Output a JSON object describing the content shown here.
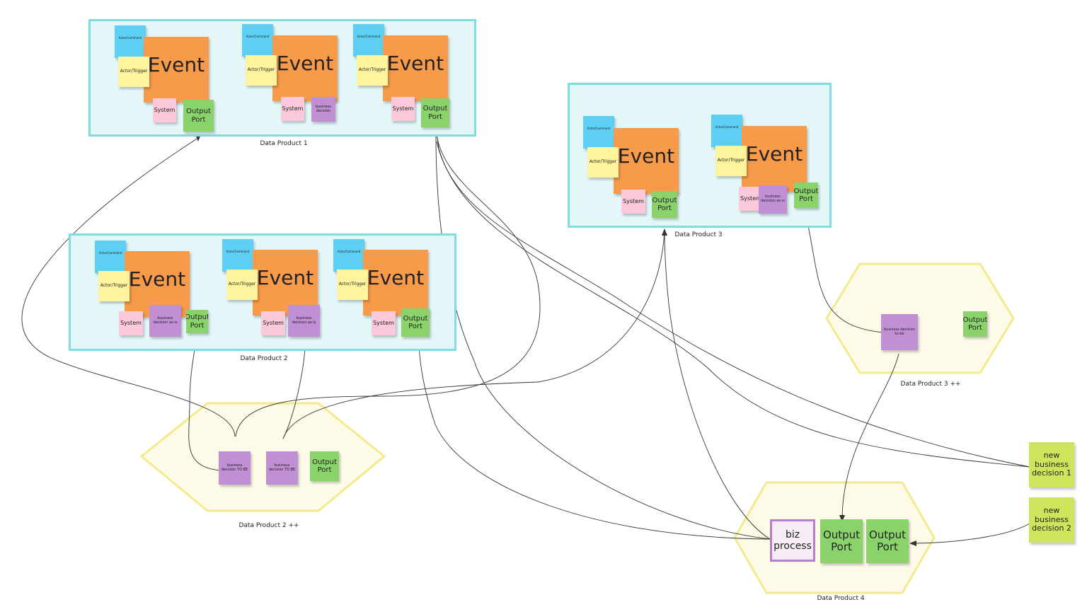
{
  "labels": {
    "actor_command": "Actor/Command",
    "event": "Event",
    "actor_trigger": "Actor/Trigger",
    "system": "System",
    "output_port": "Output Port",
    "business_decision": "business decision",
    "business_decision_as_is": "business decision as-is",
    "business_decision_to_be_caps": "business decision TO BE",
    "business_decision_to_be": "business decision to-be",
    "biz_process": "biz process",
    "new_business_decision_1": "new business decision 1",
    "new_business_decision_2": "new business decision 2"
  },
  "captions": {
    "dp1": "Data Product 1",
    "dp2": "Data Product 2",
    "dp3": "Data Product 3",
    "dp2pp": "Data Product 2 ++",
    "dp3pp": "Data Product 3 ++",
    "dp4": "Data Product 4"
  },
  "colors": {
    "data_product_fill": "#e3f7f9",
    "data_product_border": "#7fdde0",
    "hexagon_fill": "#fdfbe7",
    "hexagon_border": "#f3ea8e",
    "actor_command": "#5ccff2",
    "event": "#f79b4a",
    "actor_trigger": "#fdf49d",
    "system": "#fcc8db",
    "output_port": "#8ad36b",
    "business_decision": "#c18fd3",
    "biz_process_border": "#b87fc9",
    "new_business_decision": "#cde55a",
    "connector": "#333333"
  }
}
